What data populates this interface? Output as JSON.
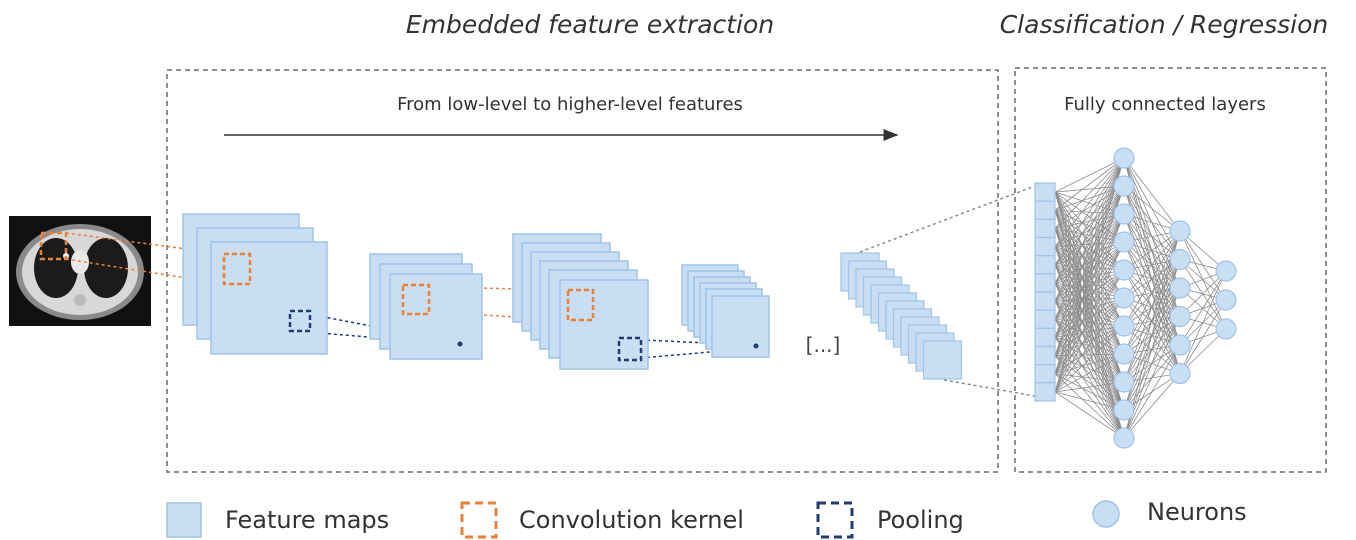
{
  "titles": {
    "feature_extraction": "Embedded feature extraction",
    "classification": "Classification / Regression"
  },
  "labels": {
    "low_to_high": "From low-level to higher-level features",
    "fully_connected": "Fully connected layers",
    "ellipsis": "[...]"
  },
  "legend": {
    "feature_maps": "Feature maps",
    "convolution_kernel": "Convolution kernel",
    "pooling": "Pooling",
    "neurons": "Neurons"
  },
  "colors": {
    "feature_map_fill": "#c9def3",
    "feature_map_stroke": "#9ec4ea",
    "convolution": "#e8823a",
    "pooling": "#1f3d73",
    "neuron_fill": "#c9def3",
    "edge": "#8c8c8c",
    "dashed_box": "#6b6b6b"
  },
  "network": {
    "input_layer_units": 12,
    "hidden_layer_1_units": 11,
    "hidden_layer_2_units": 6,
    "output_layer_units": 3
  }
}
